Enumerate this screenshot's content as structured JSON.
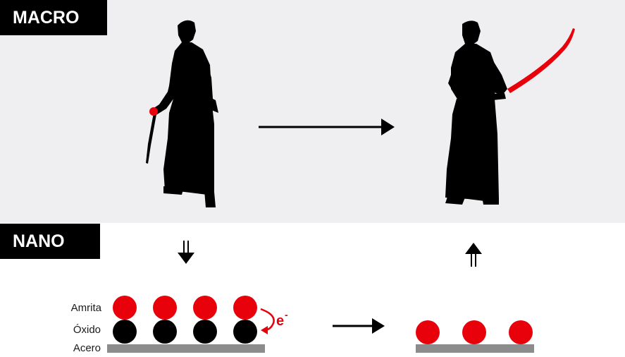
{
  "labels": {
    "macro": "MACRO",
    "nano": "NANO"
  },
  "layers": {
    "amrita": "Amrita",
    "oxido": "Óxido",
    "acero": "Acero"
  },
  "electron": {
    "symbol": "e",
    "charge": "-"
  },
  "colors": {
    "panel_bg": "#efeff1",
    "silhouette": "#000000",
    "accent_red": "#e8000b",
    "steel_gray": "#8c8c8c"
  },
  "icons": {
    "down": "double-down-arrow-icon",
    "up": "double-up-arrow-icon"
  }
}
